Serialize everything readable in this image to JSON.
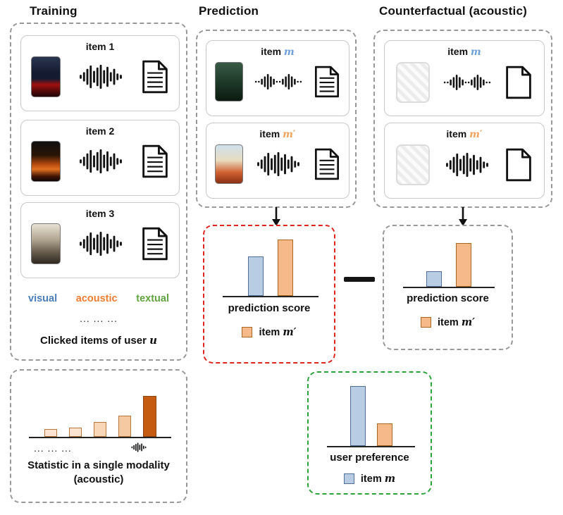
{
  "titles": {
    "training": "Training",
    "prediction": "Prediction",
    "counterfactual": "Counterfactual (acoustic)"
  },
  "training": {
    "items": [
      "item 1",
      "item 2",
      "item 3"
    ],
    "modalities": [
      {
        "label": "visual",
        "color": "#4a7ebb"
      },
      {
        "label": "acoustic",
        "color": "#ed7d31"
      },
      {
        "label": "textual",
        "color": "#61a53f"
      }
    ],
    "ellipsis": "... ... ...",
    "caption_prefix": "Clicked items of user ",
    "caption_var": "u"
  },
  "statistic": {
    "ellipsis": "... ... ...",
    "caption_line1": "Statistic in a single modality",
    "caption_line2": "(acoustic)"
  },
  "prediction": {
    "item_m": {
      "prefix": "item ",
      "var": "m"
    },
    "item_m_prime": {
      "prefix": "item ",
      "var": "m′"
    }
  },
  "counterfactual": {
    "item_m": {
      "prefix": "item ",
      "var": "m"
    },
    "item_m_prime": {
      "prefix": "item ",
      "var": "m′"
    }
  },
  "factual_score": {
    "label": "prediction score",
    "legend": {
      "prefix": "item ",
      "var": "m′"
    }
  },
  "counterfactual_score": {
    "label": "prediction score",
    "legend": {
      "prefix": "item ",
      "var": "m′"
    }
  },
  "user_preference": {
    "label": "user preference",
    "legend": {
      "prefix": "item ",
      "var": "m"
    }
  },
  "operator_minus": "−",
  "colors": {
    "item_m_var": "#6f9fd8",
    "item_m_prime_var": "#f0a35e",
    "factual_box_border": "#e0251f",
    "preference_box_border": "#2ca43c",
    "panel_border": "#999999",
    "bar_blue": "#b8cce4",
    "bar_orange": "#f6b98a",
    "statistic_bar_dark": "#c55a11"
  },
  "charts": {
    "statistic": {
      "type": "bar",
      "gap": 17,
      "bars": [
        {
          "h": 11,
          "w": 18,
          "fill": "#fbe5d0",
          "stroke": "#b8763a"
        },
        {
          "h": 13,
          "w": 18,
          "fill": "#fbe5d0",
          "stroke": "#b8763a"
        },
        {
          "h": 21,
          "w": 18,
          "fill": "#f8d7b8",
          "stroke": "#b8763a"
        },
        {
          "h": 30,
          "w": 18,
          "fill": "#f5c9a2",
          "stroke": "#b8763a"
        },
        {
          "h": 58,
          "w": 19,
          "fill": "#c55a11",
          "stroke": "#8f4410"
        }
      ]
    },
    "score_red": {
      "type": "bar",
      "gap": 20,
      "bars": [
        {
          "h": 56,
          "w": 22,
          "fill": "#b8cce4",
          "stroke": "#4f6f94"
        },
        {
          "h": 80,
          "w": 22,
          "fill": "#f6b98a",
          "stroke": "#a9661f"
        }
      ]
    },
    "score_gray": {
      "type": "bar",
      "gap": 20,
      "bars": [
        {
          "h": 22,
          "w": 22,
          "fill": "#b8cce4",
          "stroke": "#4f6f94"
        },
        {
          "h": 62,
          "w": 22,
          "fill": "#f6b98a",
          "stroke": "#a9661f"
        }
      ]
    },
    "preference": {
      "type": "bar",
      "gap": 16,
      "bars": [
        {
          "h": 85,
          "w": 22,
          "fill": "#b8cce4",
          "stroke": "#4f6f94"
        },
        {
          "h": 32,
          "w": 22,
          "fill": "#f6b98a",
          "stroke": "#a9661f"
        }
      ]
    }
  }
}
